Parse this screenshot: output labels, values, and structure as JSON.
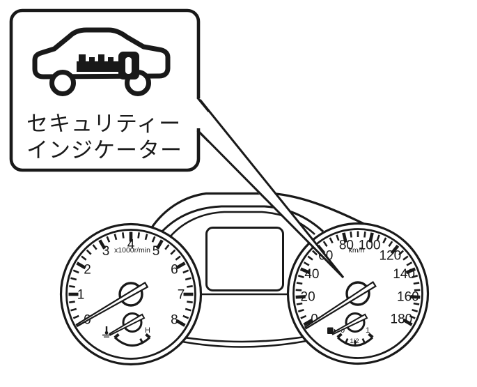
{
  "callout": {
    "icon": "car-with-key-security-icon",
    "label_line1": "セキュリティー",
    "label_line2": "インジケーター"
  },
  "cluster": {
    "tachometer": {
      "numbers": [
        "0",
        "1",
        "2",
        "3",
        "4",
        "5",
        "6",
        "7",
        "8"
      ],
      "unit": "x1000r/min",
      "needle_value": "0"
    },
    "temperature_gauge": {
      "icon": "coolant-temperature-icon",
      "high_label": "H",
      "needle_position": "cold"
    },
    "speedometer": {
      "numbers": [
        "0",
        "20",
        "40",
        "60",
        "80",
        "100",
        "120",
        "140",
        "160",
        "180"
      ],
      "unit": "km/h",
      "needle_value": "0"
    },
    "fuel_gauge": {
      "icon": "fuel-pump-icon",
      "empty_label": "0",
      "half_label": "1/2",
      "full_label": "1",
      "needle_position": "empty"
    }
  },
  "colors": {
    "line": "#191919",
    "background": "#ffffff"
  }
}
